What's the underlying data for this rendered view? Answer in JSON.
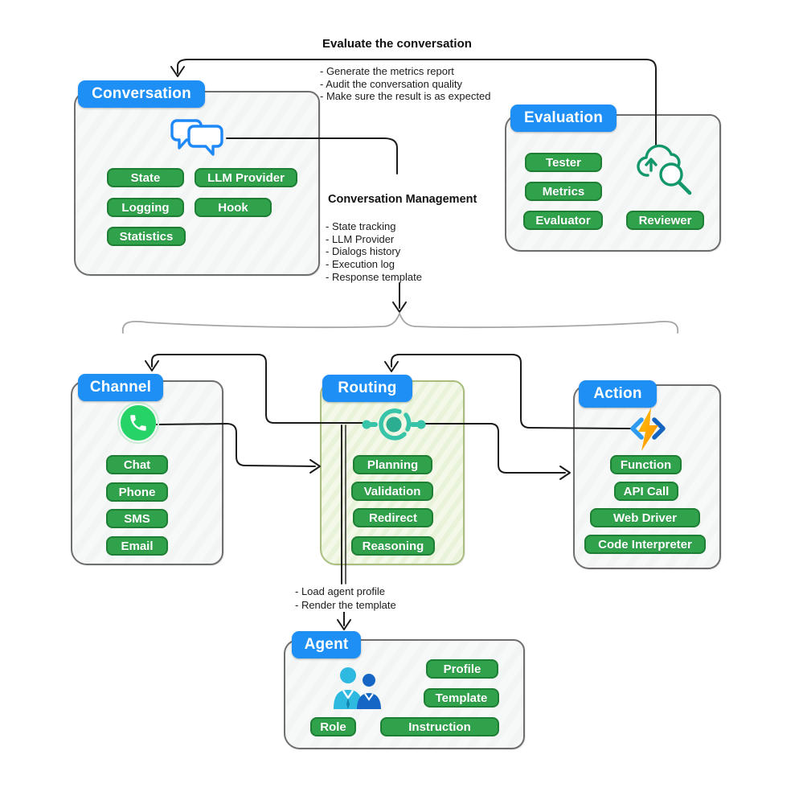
{
  "annotations": {
    "evaluate": {
      "title": "Evaluate the conversation",
      "bullets": [
        "- Generate the metrics report",
        "- Audit the conversation quality",
        "- Make sure the result is as expected"
      ]
    },
    "management": {
      "title": "Conversation Management",
      "bullets": [
        "- State tracking",
        "- LLM Provider",
        "- Dialogs history",
        "- Execution log",
        "- Response template"
      ]
    },
    "agent_notes": {
      "bullets": [
        "- Load agent profile",
        "- Render the template"
      ]
    }
  },
  "nodes": {
    "conversation": {
      "title": "Conversation",
      "icon": "chat-bubbles-icon",
      "pills": [
        "State",
        "LLM Provider",
        "Logging",
        "Hook",
        "Statistics"
      ]
    },
    "evaluation": {
      "title": "Evaluation",
      "icon": "cloud-search-icon",
      "pills": [
        "Tester",
        "Metrics",
        "Evaluator",
        "Reviewer"
      ]
    },
    "channel": {
      "title": "Channel",
      "icon": "whatsapp-icon",
      "pills": [
        "Chat",
        "Phone",
        "SMS",
        "Email"
      ]
    },
    "routing": {
      "title": "Routing",
      "icon": "router-icon",
      "pills": [
        "Planning",
        "Validation",
        "Redirect",
        "Reasoning"
      ]
    },
    "action": {
      "title": "Action",
      "icon": "function-bolt-icon",
      "pills": [
        "Function",
        "API Call",
        "Web Driver",
        "Code Interpreter"
      ]
    },
    "agent": {
      "title": "Agent",
      "icon": "people-icon",
      "pills": [
        "Profile",
        "Template",
        "Role",
        "Instruction"
      ]
    }
  },
  "colors": {
    "header_blue": "#1E8FF5",
    "pill_green": "#31A24C",
    "pill_border_green": "#1E7E34",
    "whatsapp_green": "#25D366",
    "routing_teal": "#38C4A8",
    "evaluation_icon_green": "#12976B",
    "chat_icon_blue": "#1E88F7",
    "bolt_orange": "#FFA000",
    "bolt_yellow": "#FFC107",
    "bracket_blue_light": "#2F9BF0",
    "bracket_blue_dark": "#1565C0",
    "person_cyan": "#2EB9E0",
    "person_blue": "#1666C5",
    "routing_box_border": "#A9BD7E",
    "wire_black": "#1b1b1b",
    "brace_gray": "#A6A6A6"
  }
}
